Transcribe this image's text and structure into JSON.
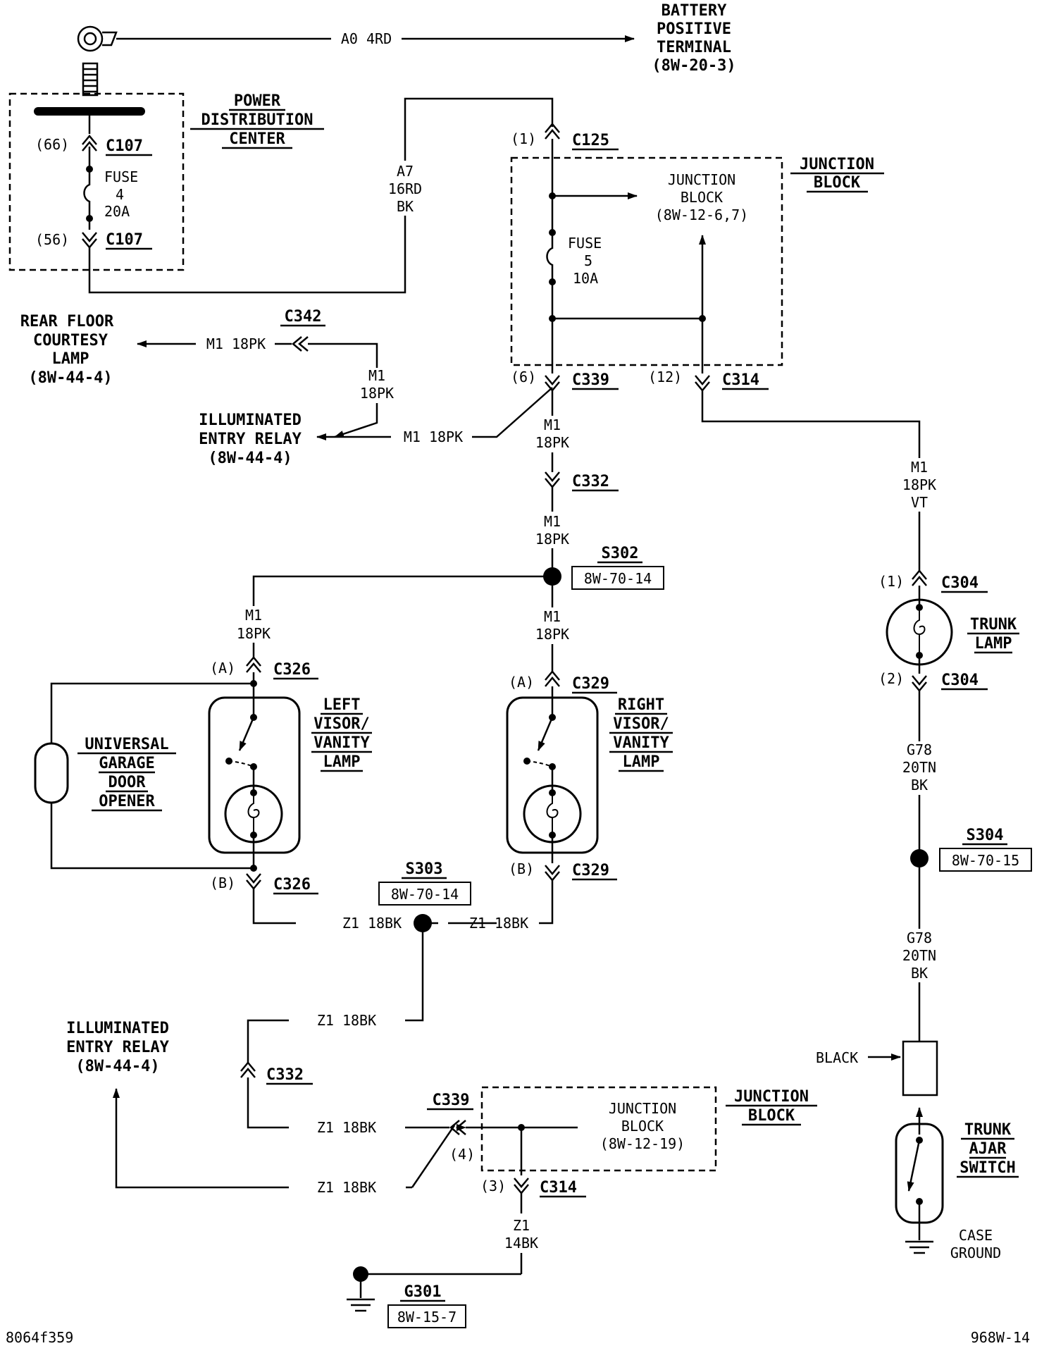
{
  "battery": {
    "l1": "BATTERY",
    "l2": "POSITIVE",
    "l3": "TERMINAL",
    "l4": "(8W-20-3)",
    "wire": "A0 4RD"
  },
  "pdc": {
    "l1": "POWER",
    "l2": "DISTRIBUTION",
    "l3": "CENTER",
    "pin_top": "(66)",
    "conn_top": "C107",
    "pin_bot": "(56)",
    "conn_bot": "C107",
    "fuse_l1": "FUSE",
    "fuse_l2": "4",
    "fuse_l3": "20A"
  },
  "wire_a7": {
    "l1": "A7",
    "l2": "16RD",
    "l3": "BK"
  },
  "jb_top": {
    "l1": "JUNCTION",
    "l2": "BLOCK",
    "pin_c125": "(1)",
    "conn_c125": "C125",
    "ref_l1": "JUNCTION",
    "ref_l2": "BLOCK",
    "ref_l3": "(8W-12-6,7)",
    "fuse_l1": "FUSE",
    "fuse_l2": "5",
    "fuse_l3": "10A",
    "pin_c339": "(6)",
    "conn_c339": "C339",
    "pin_c314": "(12)",
    "conn_c314": "C314"
  },
  "rear_floor": {
    "l1": "REAR FLOOR",
    "l2": "COURTESY",
    "l3": "LAMP",
    "l4": "(8W-44-4)",
    "wire": "M1 18PK"
  },
  "c342": {
    "label": "C342",
    "wire_l1": "M1",
    "wire_l2": "18PK"
  },
  "relay_top": {
    "l1": "ILLUMINATED",
    "l2": "ENTRY RELAY",
    "l3": "(8W-44-4)",
    "wire": "M1 18PK"
  },
  "main_wire": {
    "a_l1": "M1",
    "a_l2": "18PK",
    "conn_c332": "C332",
    "b_l1": "M1",
    "b_l2": "18PK"
  },
  "s302": {
    "label": "S302",
    "ref": "8W-70-14"
  },
  "left_branch": {
    "w_l1": "M1",
    "w_l2": "18PK",
    "pin_a": "(A)",
    "conn_a": "C326",
    "pin_b": "(B)",
    "conn_b": "C326"
  },
  "right_branch": {
    "w_l1": "M1",
    "w_l2": "18PK",
    "pin_a": "(A)",
    "conn_a": "C329",
    "pin_b": "(B)",
    "conn_b": "C329"
  },
  "left_visor": {
    "l1": "LEFT",
    "l2": "VISOR/",
    "l3": "VANITY",
    "l4": "LAMP"
  },
  "right_visor": {
    "l1": "RIGHT",
    "l2": "VISOR/",
    "l3": "VANITY",
    "l4": "LAMP"
  },
  "garage": {
    "l1": "UNIVERSAL",
    "l2": "GARAGE",
    "l3": "DOOR",
    "l4": "OPENER"
  },
  "s303": {
    "label": "S303",
    "ref": "8W-70-14",
    "wire_left": "Z1 18BK",
    "wire_right": "Z1 18BK"
  },
  "ground_path": {
    "w1": "Z1 18BK",
    "conn_c332": "C332",
    "w2": "Z1 18BK",
    "w3": "Z1 18BK",
    "conn_c339": "C339",
    "pin_c339": "(4)",
    "pin_c314": "(3)",
    "conn_c314": "C314",
    "z_l1": "Z1",
    "z_l2": "14BK"
  },
  "relay_bottom": {
    "l1": "ILLUMINATED",
    "l2": "ENTRY RELAY",
    "l3": "(8W-44-4)"
  },
  "jb_bottom": {
    "l1": "JUNCTION",
    "l2": "BLOCK",
    "ref_l1": "JUNCTION",
    "ref_l2": "BLOCK",
    "ref_l3": "(8W-12-19)"
  },
  "g301": {
    "label": "G301",
    "ref": "8W-15-7"
  },
  "trunk": {
    "w_l1": "M1",
    "w_l2": "18PK",
    "w_l3": "VT",
    "pin1": "(1)",
    "conn1": "C304",
    "lamp_l1": "TRUNK",
    "lamp_l2": "LAMP",
    "pin2": "(2)",
    "conn2": "C304",
    "g_l1": "G78",
    "g_l2": "20TN",
    "g_l3": "BK",
    "s304": "S304",
    "s304_ref": "8W-70-15",
    "g2_l1": "G78",
    "g2_l2": "20TN",
    "g2_l3": "BK",
    "black": "BLACK",
    "sw_l1": "TRUNK",
    "sw_l2": "AJAR",
    "sw_l3": "SWITCH",
    "case_l1": "CASE",
    "case_l2": "GROUND"
  },
  "footer": {
    "left": "8064f359",
    "right": "968W-14"
  }
}
